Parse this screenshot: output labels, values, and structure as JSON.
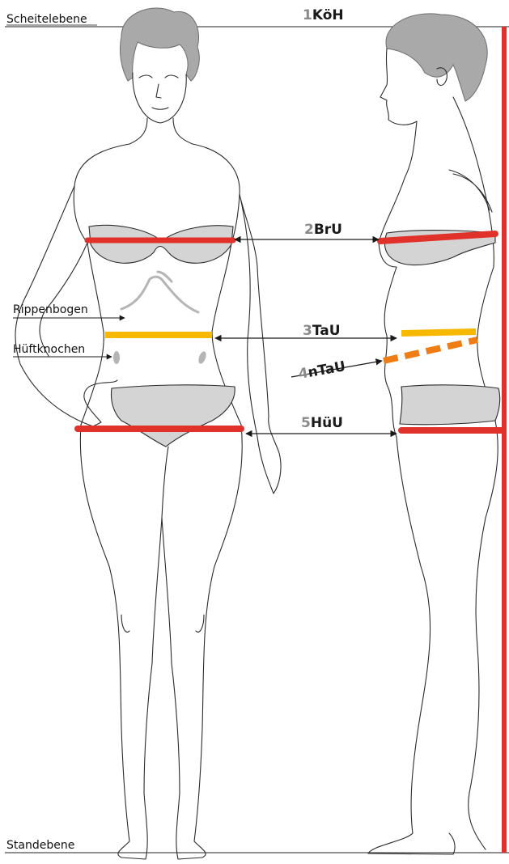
{
  "planes": {
    "top": "Scheitelebene",
    "bottom": "Standebene"
  },
  "anatomy": {
    "ribs": "Rippenbogen",
    "hip_bone": "Hüftknochen"
  },
  "measurements": [
    {
      "num": "1",
      "abbr": "KöH"
    },
    {
      "num": "2",
      "abbr": "BrU"
    },
    {
      "num": "3",
      "abbr": "TaU"
    },
    {
      "num": "4",
      "abbr": "nTaU"
    },
    {
      "num": "5",
      "abbr": "HüU"
    }
  ],
  "colors": {
    "red": "#e0312b",
    "yellow": "#f6b800",
    "orange": "#f07d14",
    "gray_number": "#8a8a8a",
    "garment": "#d4d4d4",
    "hair": "#a9a9a9"
  }
}
